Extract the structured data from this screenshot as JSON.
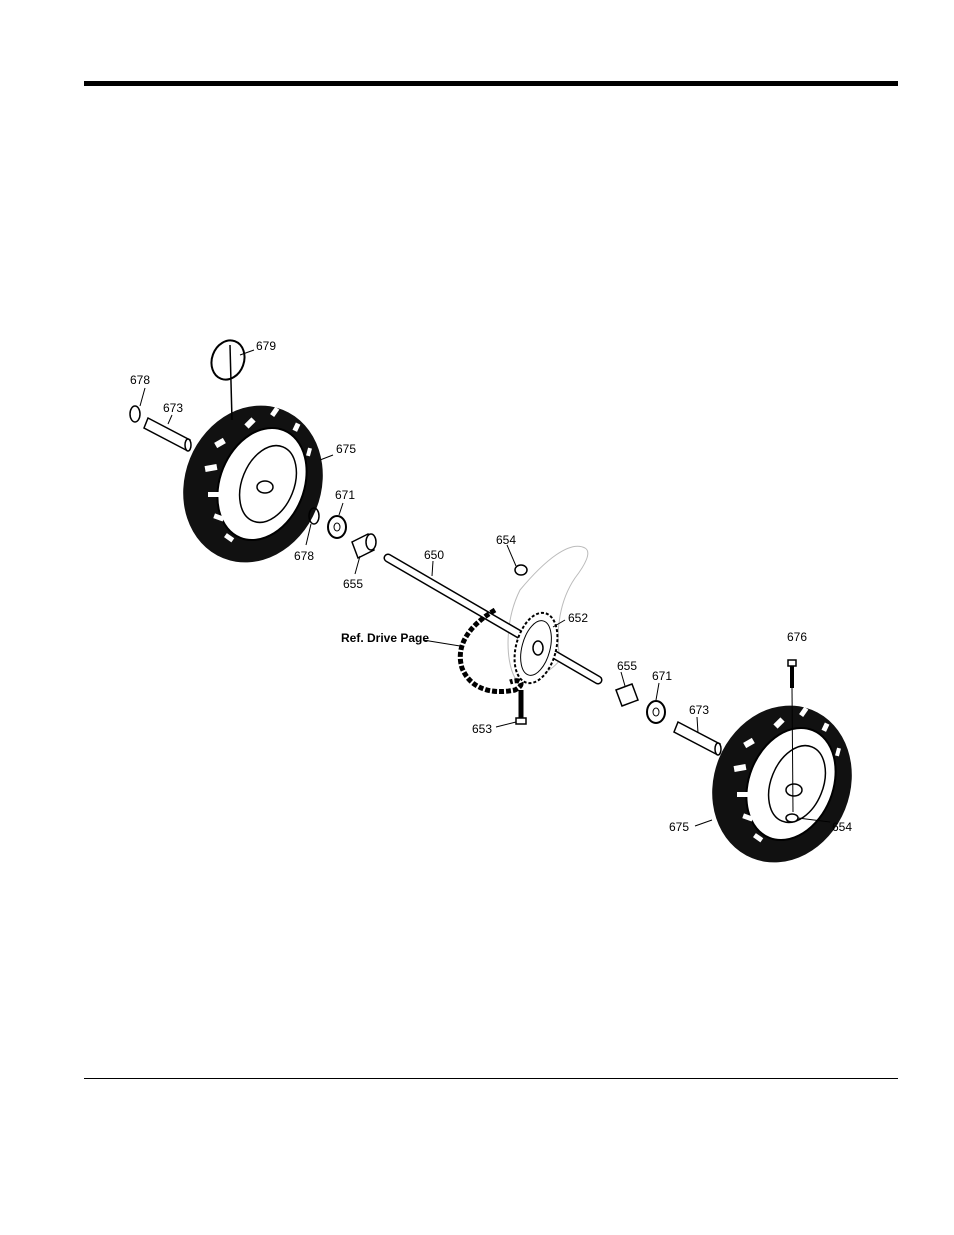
{
  "diagram": {
    "ref_label": "Ref. Drive Page",
    "callouts": [
      {
        "id": "c679",
        "text": "679"
      },
      {
        "id": "c678a",
        "text": "678"
      },
      {
        "id": "c673a",
        "text": "673"
      },
      {
        "id": "c675a",
        "text": "675"
      },
      {
        "id": "c671a",
        "text": "671"
      },
      {
        "id": "c678b",
        "text": "678"
      },
      {
        "id": "c655a",
        "text": "655"
      },
      {
        "id": "c650",
        "text": "650"
      },
      {
        "id": "c654a",
        "text": "654"
      },
      {
        "id": "c652",
        "text": "652"
      },
      {
        "id": "c676",
        "text": "676"
      },
      {
        "id": "c655b",
        "text": "655"
      },
      {
        "id": "c671b",
        "text": "671"
      },
      {
        "id": "c673b",
        "text": "673"
      },
      {
        "id": "c653",
        "text": "653"
      },
      {
        "id": "c675b",
        "text": "675"
      },
      {
        "id": "c654b",
        "text": "654"
      }
    ]
  }
}
